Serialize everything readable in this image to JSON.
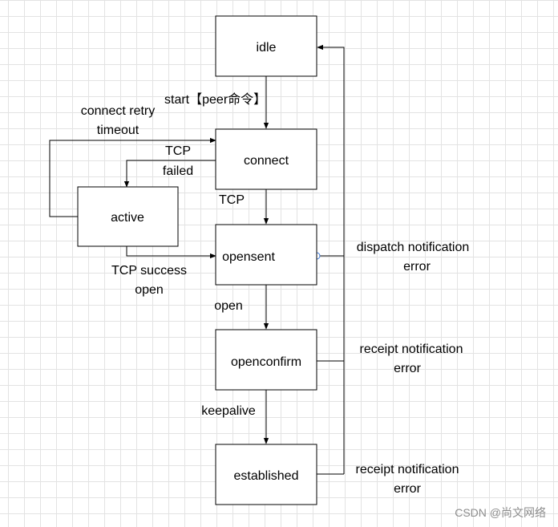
{
  "states": {
    "idle": "idle",
    "connect": "connect",
    "active": "active",
    "opensent": "opensent",
    "openconfirm": "openconfirm",
    "established": "established"
  },
  "edges": {
    "start_peer": "start【peer命令】",
    "connect_retry_line1": "connect  retry",
    "connect_retry_line2": "timeout",
    "tcp_failed_line1": "TCP",
    "tcp_failed_line2": "failed",
    "tcp_to_opensent": "TCP",
    "tcp_success_line1": "TCP  success",
    "tcp_success_line2": "open",
    "open": "open",
    "keepalive": "keepalive",
    "dispatch_line1": "dispatch  notification",
    "dispatch_line2": "error",
    "receipt1_line1": "receipt notification",
    "receipt1_line2": "error",
    "receipt2_line1": "receipt  notification",
    "receipt2_line2": "error"
  },
  "watermark": "CSDN @尚文网络"
}
